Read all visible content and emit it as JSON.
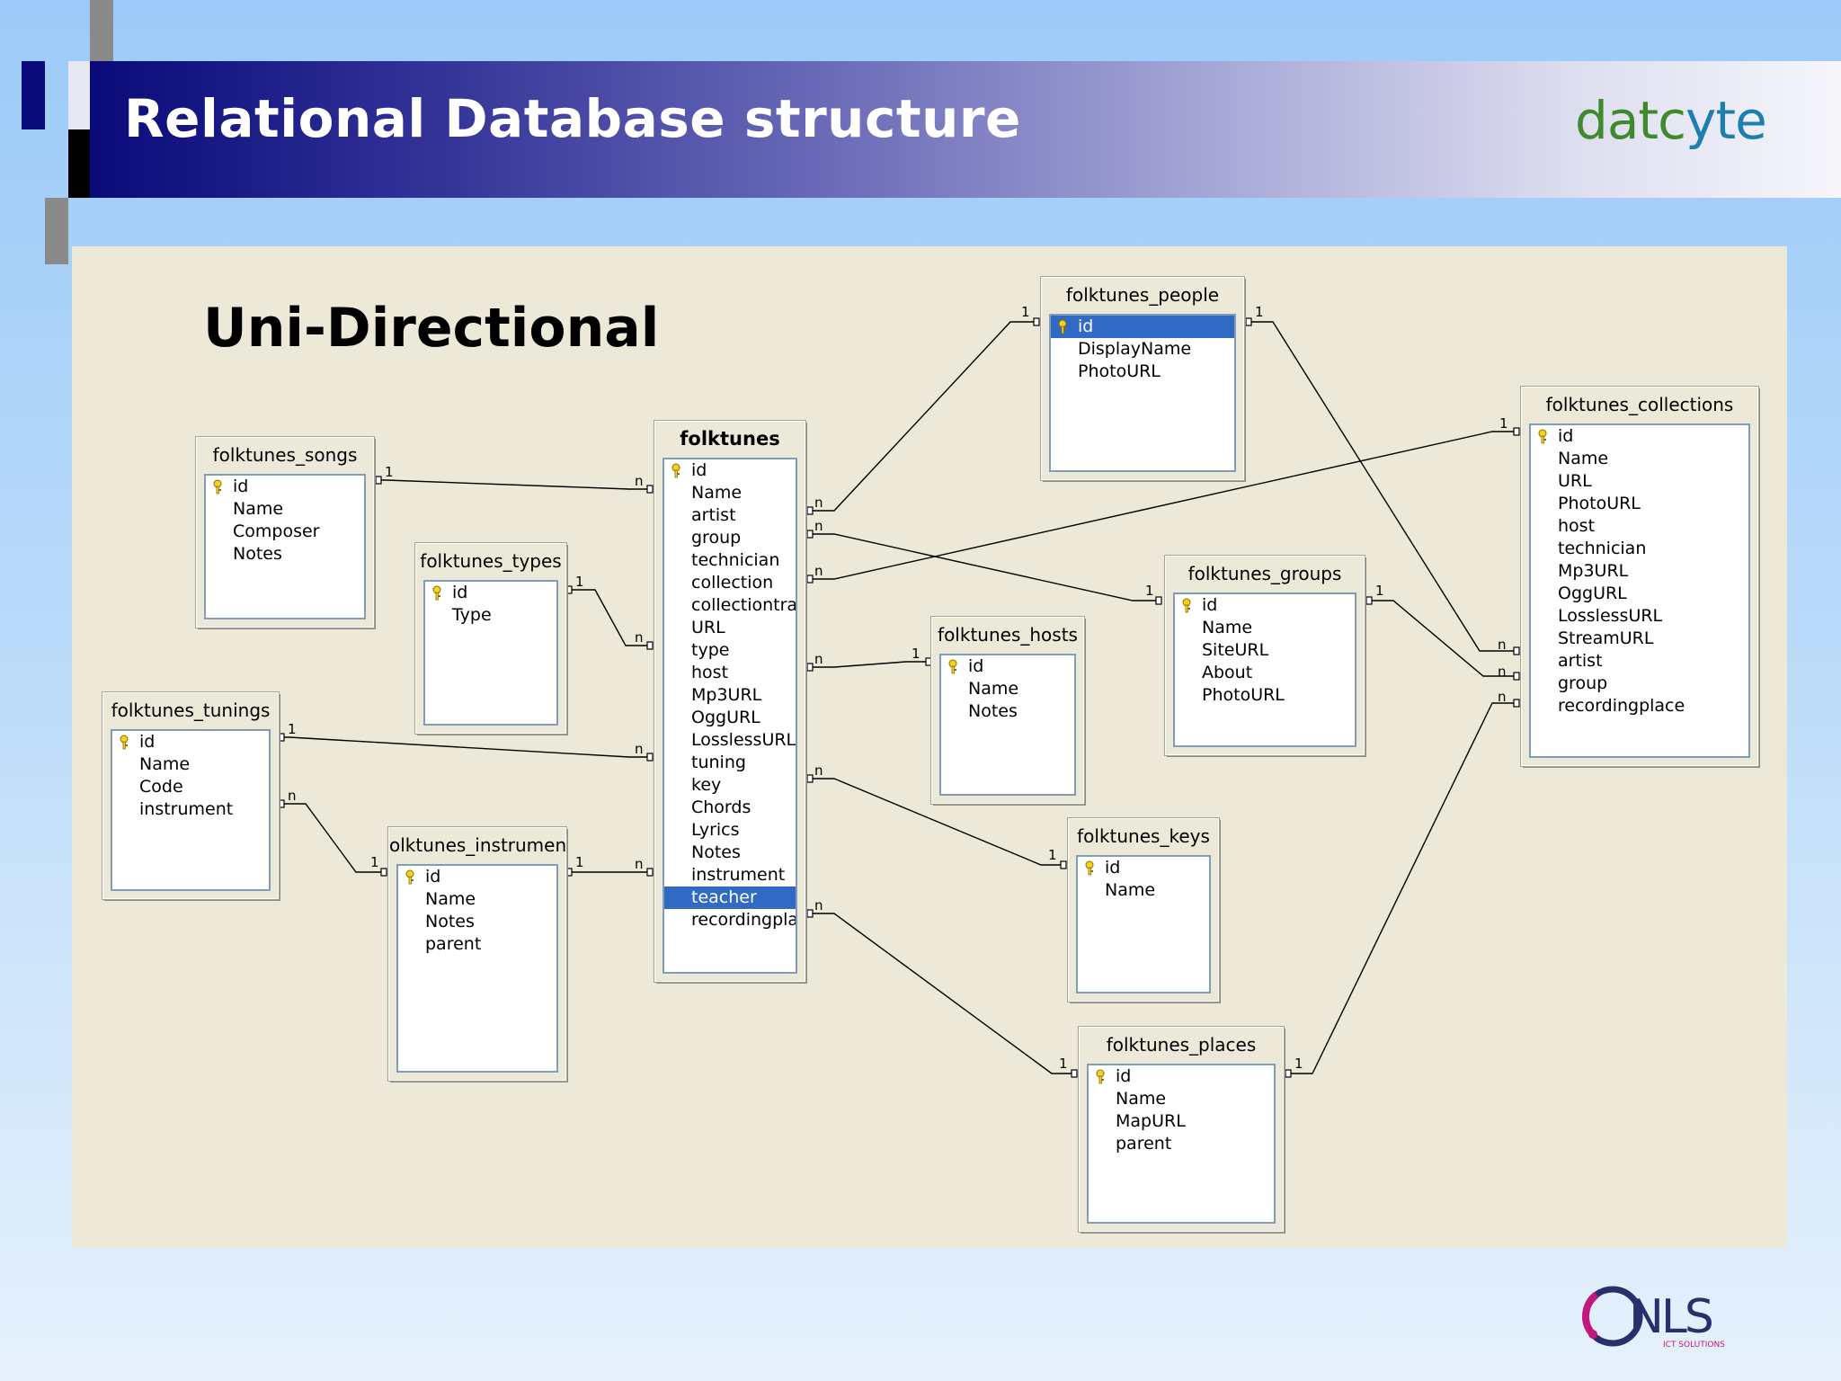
{
  "slide": {
    "title": "Relational Database structure",
    "subtitle": "Uni-Directional"
  },
  "logos": {
    "datcyte_part1": "datc",
    "datcyte_part2": "yte",
    "nls": "NLS",
    "nls_tagline": "ICT SOLUTIONS"
  },
  "colors": {
    "header_dark": "#0a0a7a",
    "diagram_bg": "#ece9d8",
    "selection": "#316ac5",
    "column_border": "#7f9db9",
    "nls_pink": "#c0187e",
    "nls_navy": "#2a2f6b"
  },
  "tables": {
    "songs": {
      "title": "folktunes_songs",
      "columns": [
        "id",
        "Name",
        "Composer",
        "Notes"
      ]
    },
    "types": {
      "title": "folktunes_types",
      "columns": [
        "id",
        "Type"
      ]
    },
    "tunings": {
      "title": "folktunes_tunings",
      "columns": [
        "id",
        "Name",
        "Code",
        "instrument"
      ]
    },
    "instruments": {
      "title": "olktunes_instrument",
      "columns": [
        "id",
        "Name",
        "Notes",
        "parent"
      ]
    },
    "main": {
      "title": "folktunes",
      "columns": [
        "id",
        "Name",
        "artist",
        "group",
        "technician",
        "collection",
        "collectiontrac",
        "URL",
        "type",
        "host",
        "Mp3URL",
        "OggURL",
        "LosslessURL",
        "tuning",
        "key",
        "Chords",
        "Lyrics",
        "Notes",
        "instrument",
        "teacher",
        "recordingplac"
      ],
      "selected_column": "teacher"
    },
    "people": {
      "title": "folktunes_people",
      "columns": [
        "id",
        "DisplayName",
        "PhotoURL"
      ],
      "selected_column": "id"
    },
    "hosts": {
      "title": "folktunes_hosts",
      "columns": [
        "id",
        "Name",
        "Notes"
      ]
    },
    "groups": {
      "title": "folktunes_groups",
      "columns": [
        "id",
        "Name",
        "SiteURL",
        "About",
        "PhotoURL"
      ]
    },
    "keys": {
      "title": "folktunes_keys",
      "columns": [
        "id",
        "Name"
      ]
    },
    "places": {
      "title": "folktunes_places",
      "columns": [
        "id",
        "Name",
        "MapURL",
        "parent"
      ]
    },
    "collections": {
      "title": "folktunes_collections",
      "columns": [
        "id",
        "Name",
        "URL",
        "PhotoURL",
        "host",
        "technician",
        "Mp3URL",
        "OggURL",
        "LosslessURL",
        "StreamURL",
        "artist",
        "group",
        "recordingplace"
      ]
    }
  },
  "cardinality": {
    "one": "1",
    "many": "n"
  }
}
